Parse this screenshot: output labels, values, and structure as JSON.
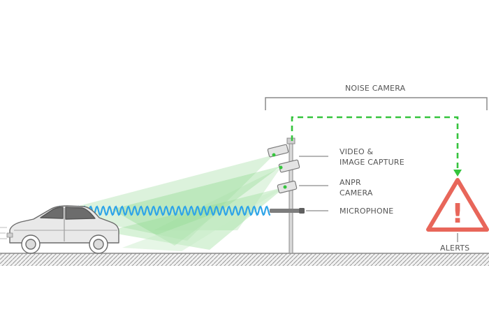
{
  "diagram": {
    "title": "NOISE CAMERA",
    "labels": {
      "video_line1": "VIDEO &",
      "video_line2": "IMAGE CAPTURE",
      "anpr_line1": "ANPR",
      "anpr_line2": "CAMERA",
      "microphone": "MICROPHONE",
      "alerts": "ALERTS"
    },
    "alert_symbol": "!",
    "colors": {
      "signal_green": "#35c43d",
      "beam_green": "#8fd98f",
      "sound_wave_blue": "#2ea4e8",
      "alert_red": "#e8665a",
      "text_gray": "#555555",
      "line_gray": "#8a8a8a"
    },
    "icons": [
      "car-icon",
      "sound-wave-icon",
      "camera-icon",
      "microphone-icon",
      "warning-triangle-icon"
    ]
  }
}
